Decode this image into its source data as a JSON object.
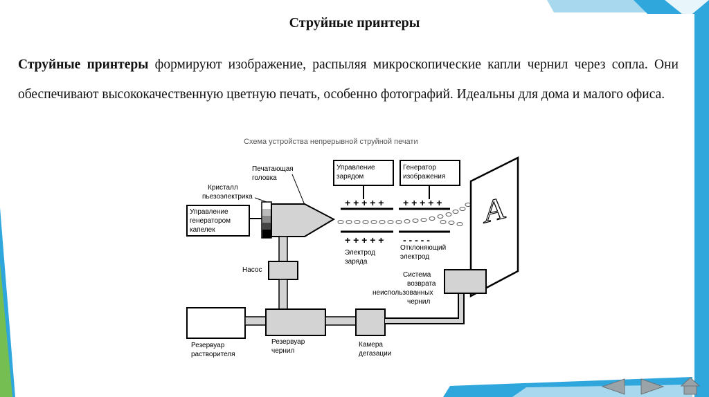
{
  "slide": {
    "title": "Струйные принтеры",
    "lead_bold": "Струйные принтеры",
    "lead_text": " формируют изображение, распыляя микроскопические капли чернил через сопла. Они обеспечивают высококачественную цветную печать, особенно фотографий. Идеальны для дома и малого офиса."
  },
  "diagram": {
    "caption": "Схема устройства непрерывной струйной печати",
    "labels": {
      "head1": "Печатающая",
      "head2": "головка",
      "crystal1": "Кристалл",
      "crystal2": "пьезоэлектрика",
      "dropgen1": "Управление",
      "dropgen2": "генератором",
      "dropgen3": "капелек",
      "charge_ctrl1": "Управление",
      "charge_ctrl2": "зарядом",
      "imggen1": "Генератор",
      "imggen2": "изображения",
      "charge_el1": "Электрод",
      "charge_el2": "заряда",
      "defl_el1": "Отклоняющий",
      "defl_el2": "электрод",
      "pump": "Насос",
      "return1": "Система",
      "return2": "возврата",
      "return3": "неиспользованных",
      "return4": "чернил",
      "solvent1": "Резервуар",
      "solvent2": "растворителя",
      "ink1": "Резервуар",
      "ink2": "чернил",
      "degas1": "Камера",
      "degas2": "дегазации",
      "plus5": "+ + + + +",
      "minus5": "- - - - -",
      "letter": "A"
    }
  },
  "nav": {
    "prev_icon": "arrow-left-icon",
    "next_icon": "arrow-right-icon",
    "home_icon": "home-icon"
  },
  "colors": {
    "accent_blue": "#2fa7dc",
    "light_blue": "#a8d8ee",
    "green_accent": "#7dc242",
    "device_gray": "#d3d3d3"
  }
}
